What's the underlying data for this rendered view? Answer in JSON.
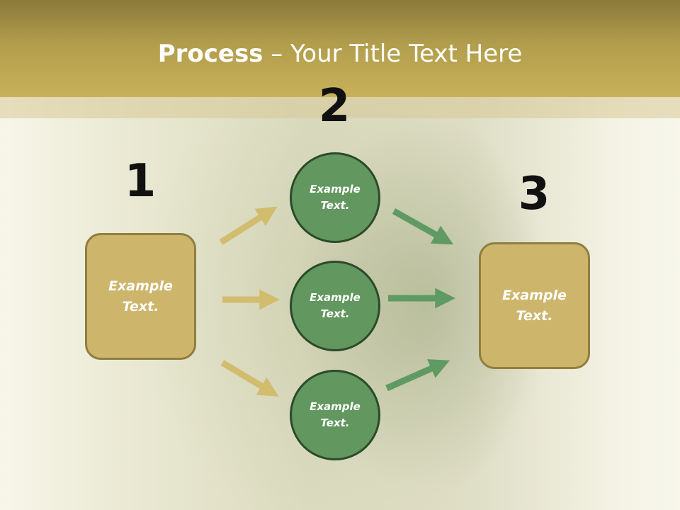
{
  "title": {
    "bold": "Process",
    "rest": " – Your Title Text Here"
  },
  "steps": {
    "one": "1",
    "two": "2",
    "three": "3"
  },
  "left_box": {
    "text": "Example\nText."
  },
  "right_box": {
    "text": "Example\nText."
  },
  "circles": [
    {
      "text": "Example\nText."
    },
    {
      "text": "Example\nText."
    },
    {
      "text": "Example\nText."
    }
  ],
  "colors": {
    "header": "#b19d4c",
    "box_fill": "#cdb56c",
    "circle_fill": "#62975f",
    "gold_arrow": "#d2bc6e",
    "green_arrow": "#5f9a62"
  }
}
